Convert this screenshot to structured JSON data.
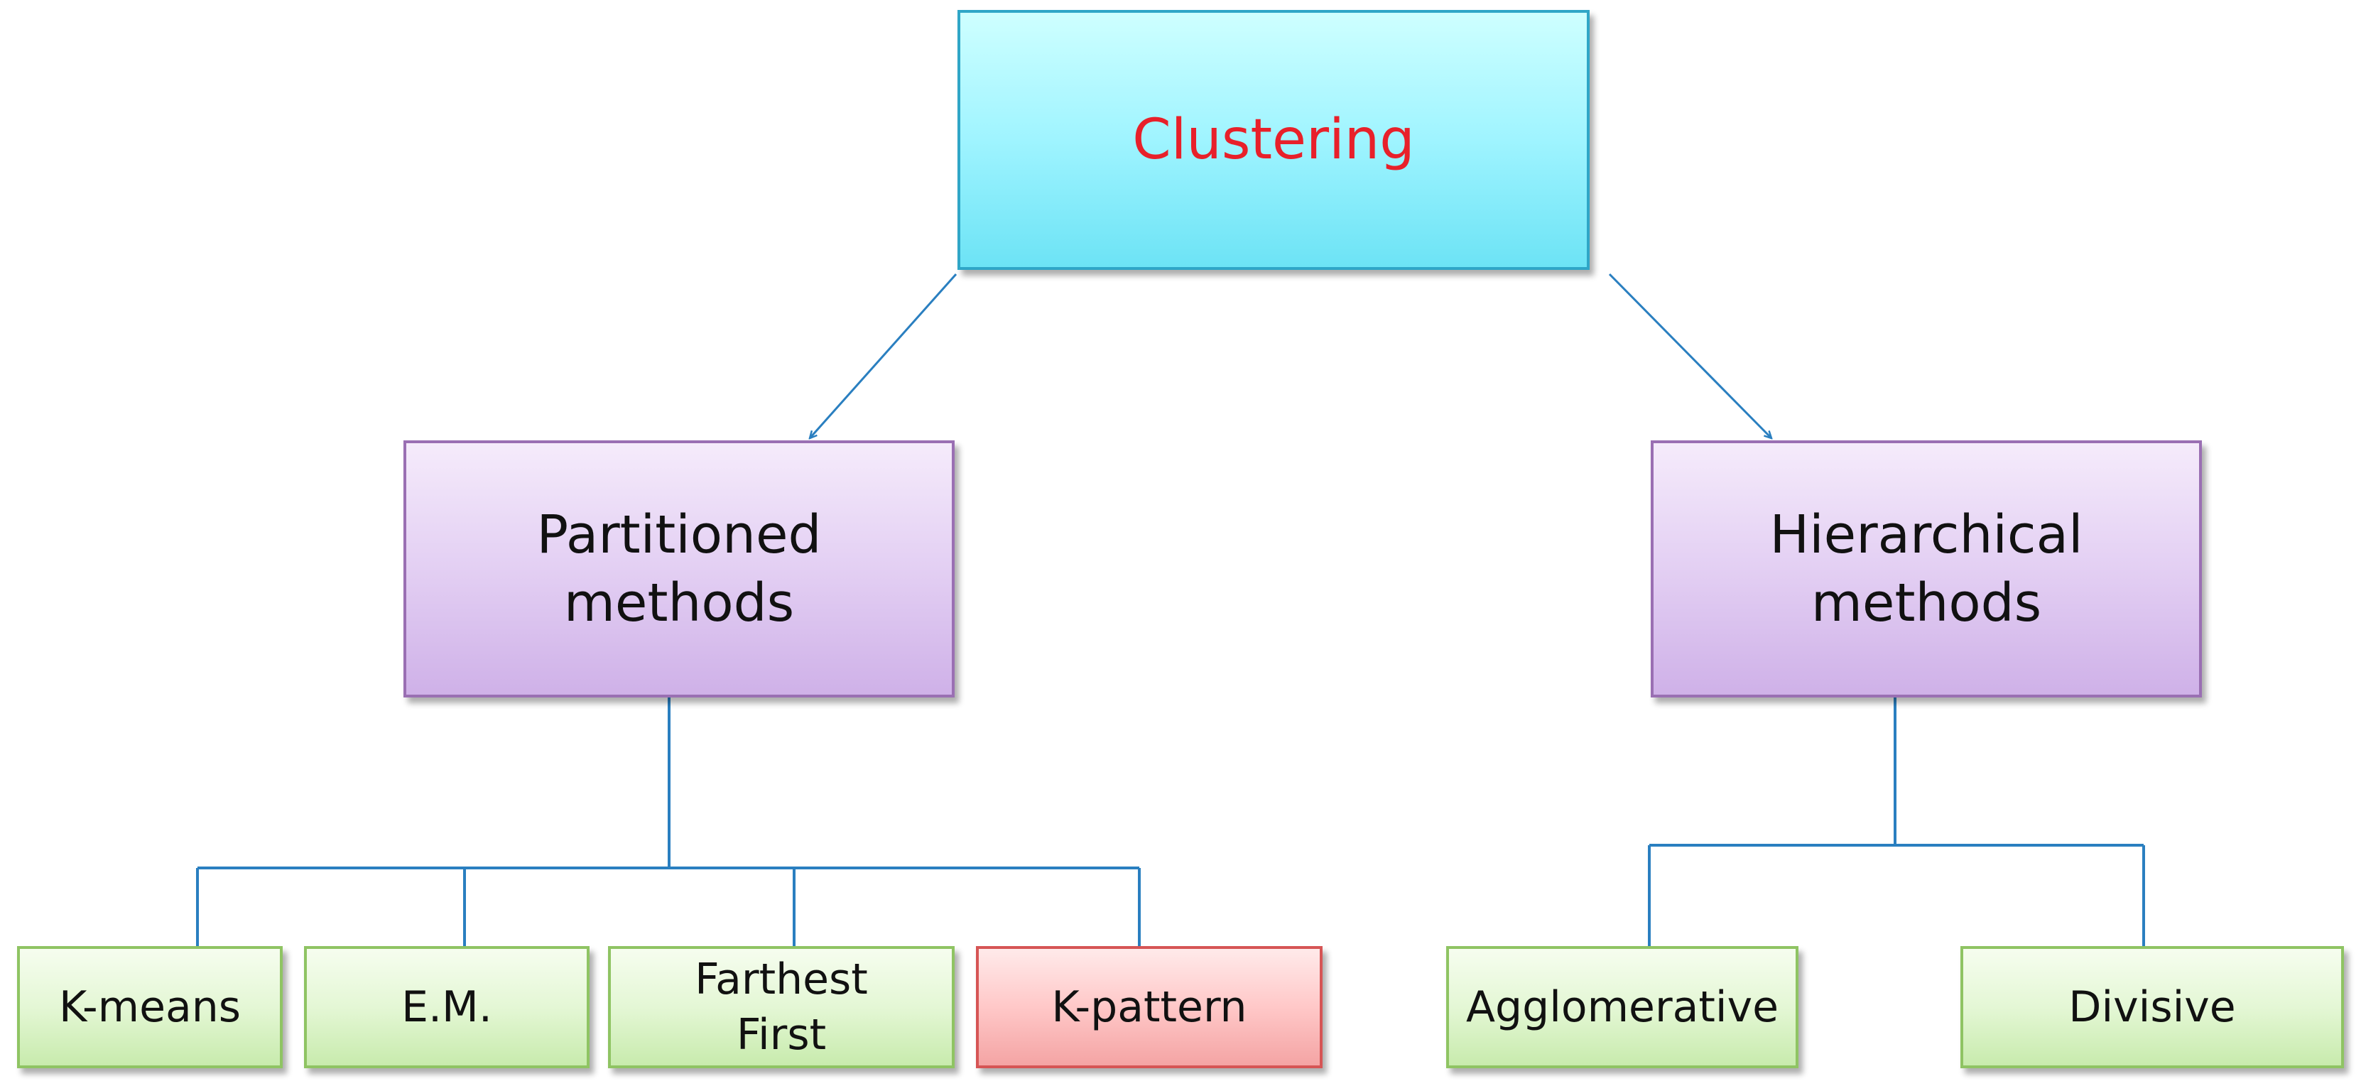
{
  "colors": {
    "root_text": "#e8202a",
    "connector": "#2a7fc0",
    "root_fill": "#9ff4ff",
    "branch_fill": "#e3cff3",
    "leaf_fill": "#e4f7d5",
    "highlight_leaf_fill": "#ffc8c8"
  },
  "root": {
    "label": "Clustering"
  },
  "branches": {
    "partitioned": {
      "label": "Partitioned\nmethods",
      "children": [
        {
          "label": "K-means"
        },
        {
          "label": "E.M."
        },
        {
          "label": "Farthest\nFirst"
        },
        {
          "label": "K-pattern",
          "highlighted": true
        }
      ]
    },
    "hierarchical": {
      "label": "Hierarchical\nmethods",
      "children": [
        {
          "label": "Agglomerative"
        },
        {
          "label": "Divisive"
        }
      ]
    }
  }
}
